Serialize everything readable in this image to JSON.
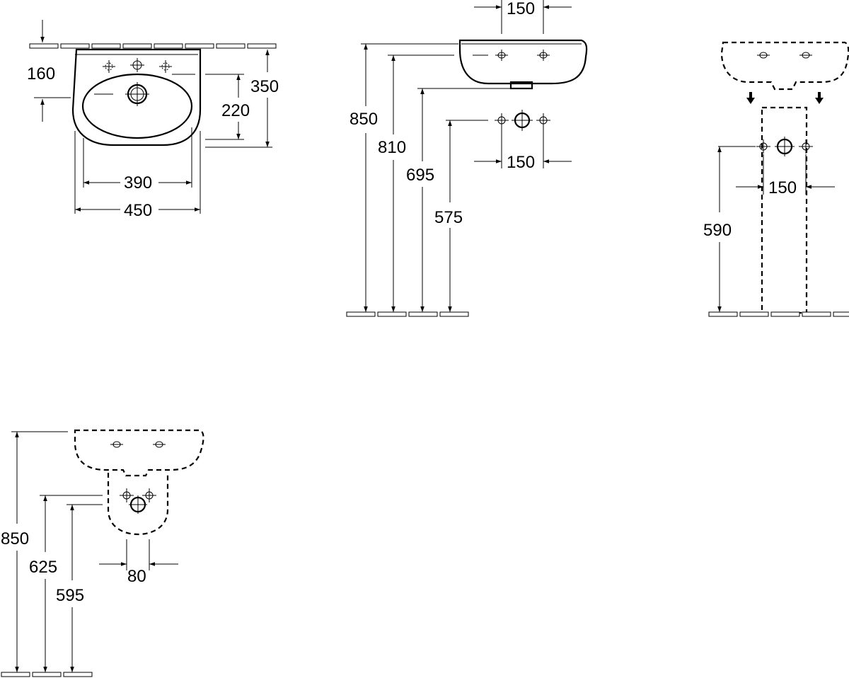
{
  "views": {
    "front_plan": {
      "dims": {
        "w_450": "450",
        "w_390": "390",
        "h_160": "160",
        "h_220": "220",
        "h_350": "350"
      }
    },
    "side_elevation": {
      "dims": {
        "top_150": "150",
        "mid_150": "150",
        "h_850": "850",
        "h_810": "810",
        "h_695": "695",
        "h_575": "575"
      }
    },
    "pedestal_front": {
      "dims": {
        "w_150": "150",
        "h_590": "590"
      }
    },
    "semi_pedestal_front": {
      "dims": {
        "w_80": "80",
        "h_850": "850",
        "h_625": "625",
        "h_595": "595"
      }
    }
  }
}
